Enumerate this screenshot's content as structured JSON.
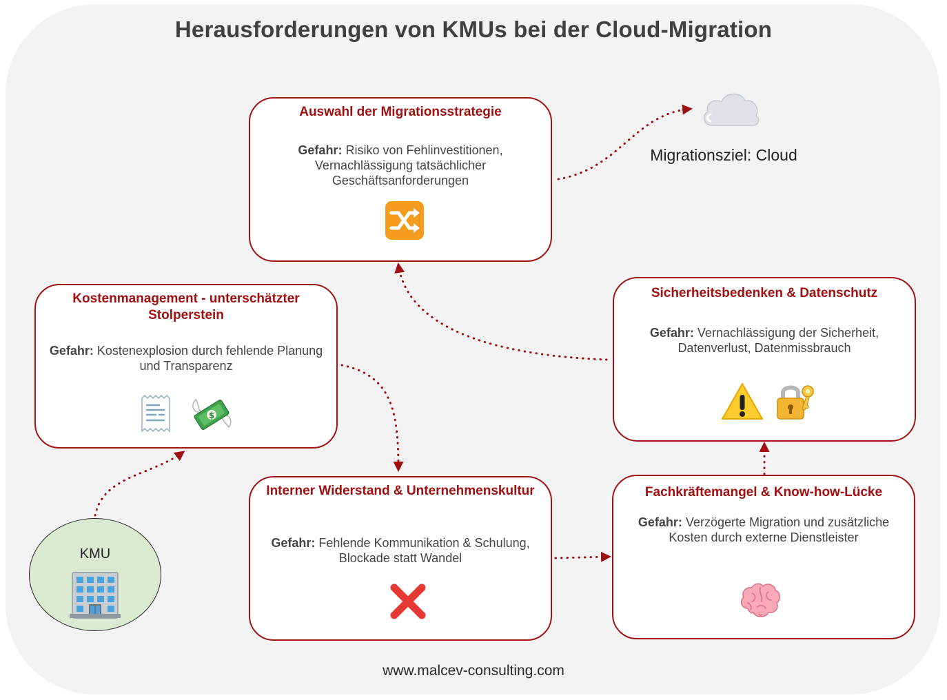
{
  "title": "Herausforderungen von KMUs bei der Cloud-Migration",
  "danger_label": "Gefahr:",
  "start_node": {
    "label": "KMU",
    "icon": "office-building-icon"
  },
  "goal_node": {
    "label": "Migrationsziel: Cloud",
    "icon": "cloud-icon"
  },
  "boxes": [
    {
      "id": "migrationsstrategie",
      "title": "Auswahl der Migrationsstrategie",
      "danger": "Risiko von Fehlinvestitionen, Vernachlässigung tatsächlicher Geschäftsanforderungen",
      "icons": [
        "shuffle-icon"
      ]
    },
    {
      "id": "kostenmanagement",
      "title": "Kostenmanagement - unterschätzter Stolperstein",
      "danger": "Kostenexplosion durch fehlende Planung und Transparenz",
      "icons": [
        "receipt-icon",
        "money-with-wings-icon"
      ]
    },
    {
      "id": "sicherheit",
      "title": "Sicherheitsbedenken & Datenschutz",
      "danger": "Vernachlässigung der Sicherheit, Datenverlust, Datenmissbrauch",
      "icons": [
        "warning-icon",
        "lock-with-key-icon"
      ]
    },
    {
      "id": "widerstand",
      "title": "Interner Widerstand & Unternehmenskultur",
      "danger": "Fehlende Kommunikation & Schulung, Blockade statt Wandel",
      "icons": [
        "cross-mark-icon"
      ]
    },
    {
      "id": "fachkraeftemangel",
      "title": "Fachkräftemangel & Know-how-Lücke",
      "danger": "Verzögerte Migration und zusätzliche Kosten durch externe Dienstleister",
      "icons": [
        "brain-icon"
      ]
    }
  ],
  "colors": {
    "accent": "#a01414",
    "background": "#f3f3f3",
    "kmu_fill": "#dbead3"
  },
  "footer": "www.malcev-consulting.com"
}
